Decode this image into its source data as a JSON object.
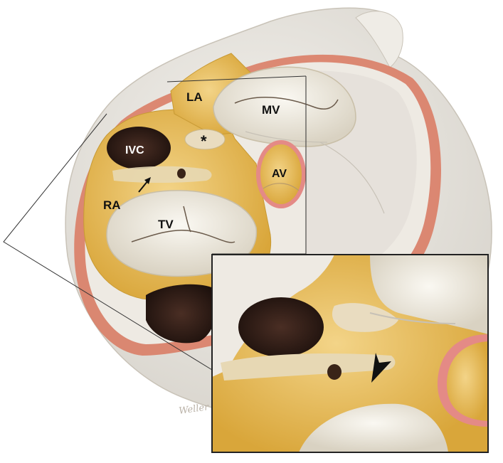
{
  "labels": {
    "la": "LA",
    "mv": "MV",
    "ivc": "IVC",
    "asterisk": "*",
    "av": "AV",
    "ra": "RA",
    "tv": "TV"
  },
  "signature": "Weller",
  "colors": {
    "background": "#ffffff",
    "heart_shell": "#e9e6e0",
    "myocardium_yellow": "#e8b948",
    "myocardium_light": "#f3d488",
    "valve_tissue": "#f2efe6",
    "aortic_ring": "#e48a86",
    "muscle_red": "#d9785f",
    "vessel_dark": "#2e1c16",
    "label_text": "#111111"
  }
}
